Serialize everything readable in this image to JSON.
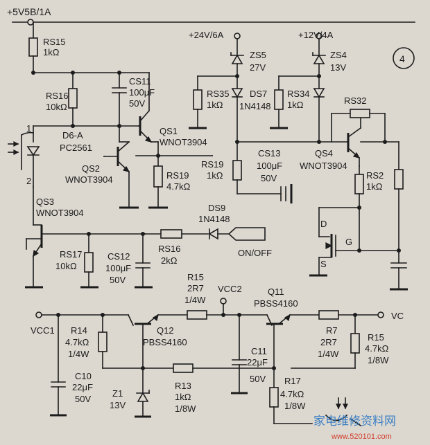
{
  "supplies": {
    "v5": "+5V5B/1A",
    "v24": "+24V/6A",
    "v12": "+12V/4A",
    "vcc1": "VCC1",
    "vcc2": "VCC2",
    "vc": "VC"
  },
  "badge": "4",
  "components": {
    "rs15": {
      "ref": "RS15",
      "val": "1kΩ"
    },
    "rs16": {
      "ref": "RS16",
      "val": "10kΩ"
    },
    "cs11": {
      "ref": "CS11",
      "val": "100μF",
      "volt": "50V"
    },
    "d6a": {
      "ref": "D6-A",
      "part": "PC2561",
      "pin1": "1",
      "pin2": "2"
    },
    "qs1": {
      "ref": "QS1",
      "part": "WNOT3904"
    },
    "qs2": {
      "ref": "QS2",
      "part": "WNOT3904"
    },
    "rs19a": {
      "ref": "RS19",
      "val": "4.7kΩ"
    },
    "zs5": {
      "ref": "ZS5",
      "val": "27V"
    },
    "ds7": {
      "ref": "DS7",
      "part": "1N4148"
    },
    "rs35": {
      "ref": "RS35",
      "val": "1kΩ"
    },
    "zs4": {
      "ref": "ZS4",
      "val": "13V"
    },
    "rs34": {
      "ref": "RS34",
      "val": "1kΩ"
    },
    "rs32": {
      "ref": "RS32"
    },
    "rs19b": {
      "ref": "RS19",
      "val": "1kΩ"
    },
    "cs13": {
      "ref": "CS13",
      "val": "100μF",
      "volt": "50V"
    },
    "qs4": {
      "ref": "QS4",
      "part": "WNOT3904"
    },
    "rs2": {
      "ref": "RS2",
      "val": "1kΩ"
    },
    "ds9": {
      "ref": "DS9",
      "part": "1N4148"
    },
    "onoff": "ON/OFF",
    "qs3": {
      "ref": "QS3",
      "part": "WNOT3904"
    },
    "rs17": {
      "ref": "RS17",
      "val": "10kΩ"
    },
    "cs12": {
      "ref": "CS12",
      "val": "100μF",
      "volt": "50V"
    },
    "rs16b": {
      "ref": "RS16",
      "val": "2kΩ"
    },
    "mos": {
      "d": "D",
      "g": "G",
      "s": "S"
    },
    "r15a": {
      "ref": "R15",
      "val": "2R7",
      "watt": "1/4W"
    },
    "q11": {
      "ref": "Q11",
      "part": "PBSS4160"
    },
    "r14": {
      "ref": "R14",
      "val": "4.7kΩ",
      "watt": "1/4W"
    },
    "q12": {
      "ref": "Q12",
      "part": "PBSS4160"
    },
    "c10": {
      "ref": "C10",
      "val": "22μF",
      "volt": "50V"
    },
    "z1": {
      "ref": "Z1",
      "val": "13V"
    },
    "r13": {
      "ref": "R13",
      "val": "1kΩ",
      "watt": "1/8W"
    },
    "c11": {
      "ref": "C11",
      "val": "22μF",
      "volt": "50V"
    },
    "r7": {
      "ref": "R7",
      "val": "2R7",
      "watt": "1/4W"
    },
    "r15b": {
      "ref": "R15",
      "val": "4.7kΩ",
      "watt": "1/8W"
    },
    "r17": {
      "ref": "R17",
      "val": "4.7kΩ",
      "watt": "1/8W"
    }
  },
  "watermark": {
    "name": "家电维修资料网",
    "url": "www.520101.com"
  }
}
